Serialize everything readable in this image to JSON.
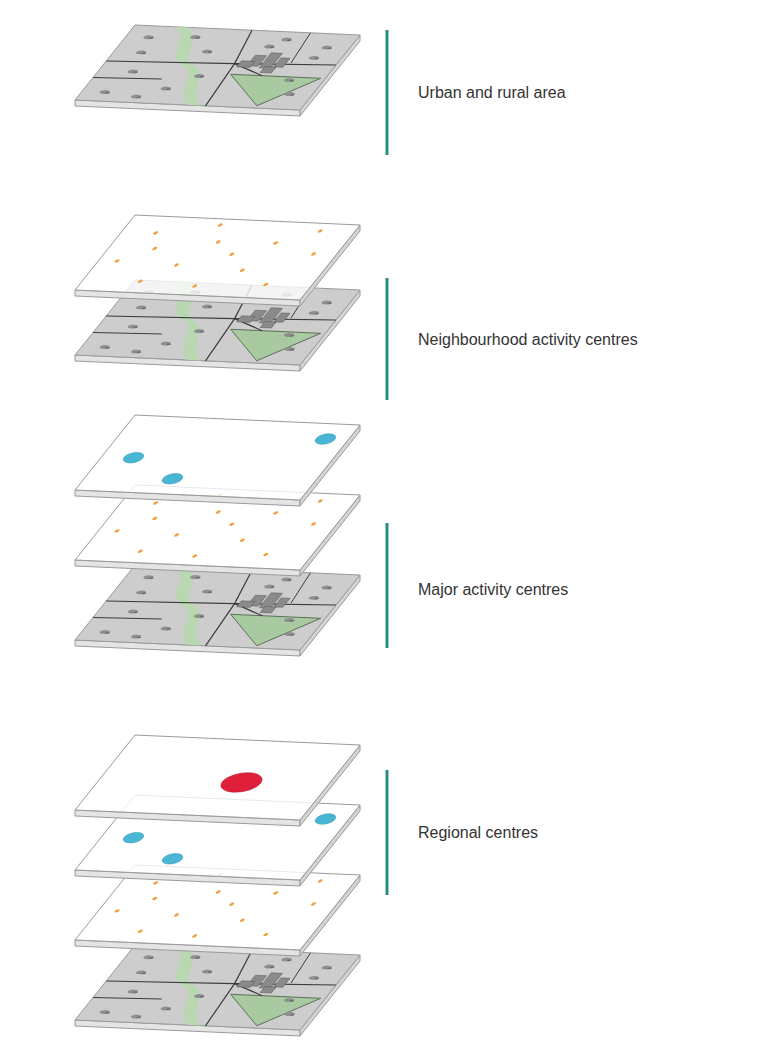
{
  "diagram": {
    "labels": [
      "Urban and rural area",
      "Neighbourhood activity centres",
      "Major activity centres",
      "Regional centres"
    ]
  }
}
